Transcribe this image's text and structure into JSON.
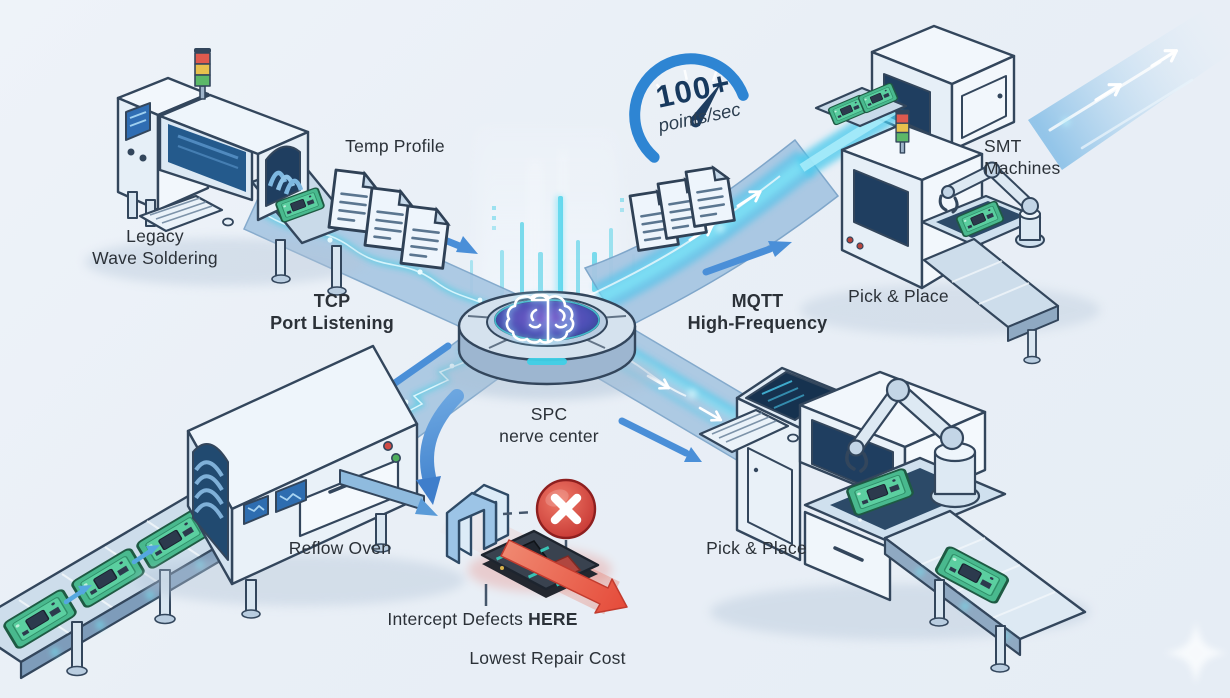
{
  "labels": {
    "temp_profile": "Temp Profile",
    "legacy_line1": "Legacy",
    "legacy_line2": "Wave Soldering",
    "tcp_line1": "TCP",
    "tcp_line2": "Port Listening",
    "spc_line1": "SPC",
    "spc_line2": "nerve center",
    "mqtt_line1": "MQTT",
    "mqtt_line2": "High-Frequency",
    "smt_line1": "SMT",
    "smt_line2": "Machines",
    "pick_place_top": "Pick & Place",
    "pick_place_bottom": "Pick & Place",
    "reflow_oven": "Reflow Oven",
    "rate_value": "100+",
    "rate_unit": "points/sec"
  },
  "defect": {
    "intercept_text": "Intercept Defects ",
    "intercept_highlight": "HERE",
    "lowest_repair": "Lowest Repair Cost"
  },
  "colors": {
    "background": "#e9eff6",
    "highway_blue": "#a7c6e2",
    "glow_cyan": "#3fd0e6",
    "arrow_blue": "#4a8fd8",
    "alert_red": "#d64541",
    "pcb_green": "#49b98e",
    "machine_outline": "#33465c",
    "hub_core_purple": "#5b46b4",
    "text_dark": "#2b3138"
  }
}
